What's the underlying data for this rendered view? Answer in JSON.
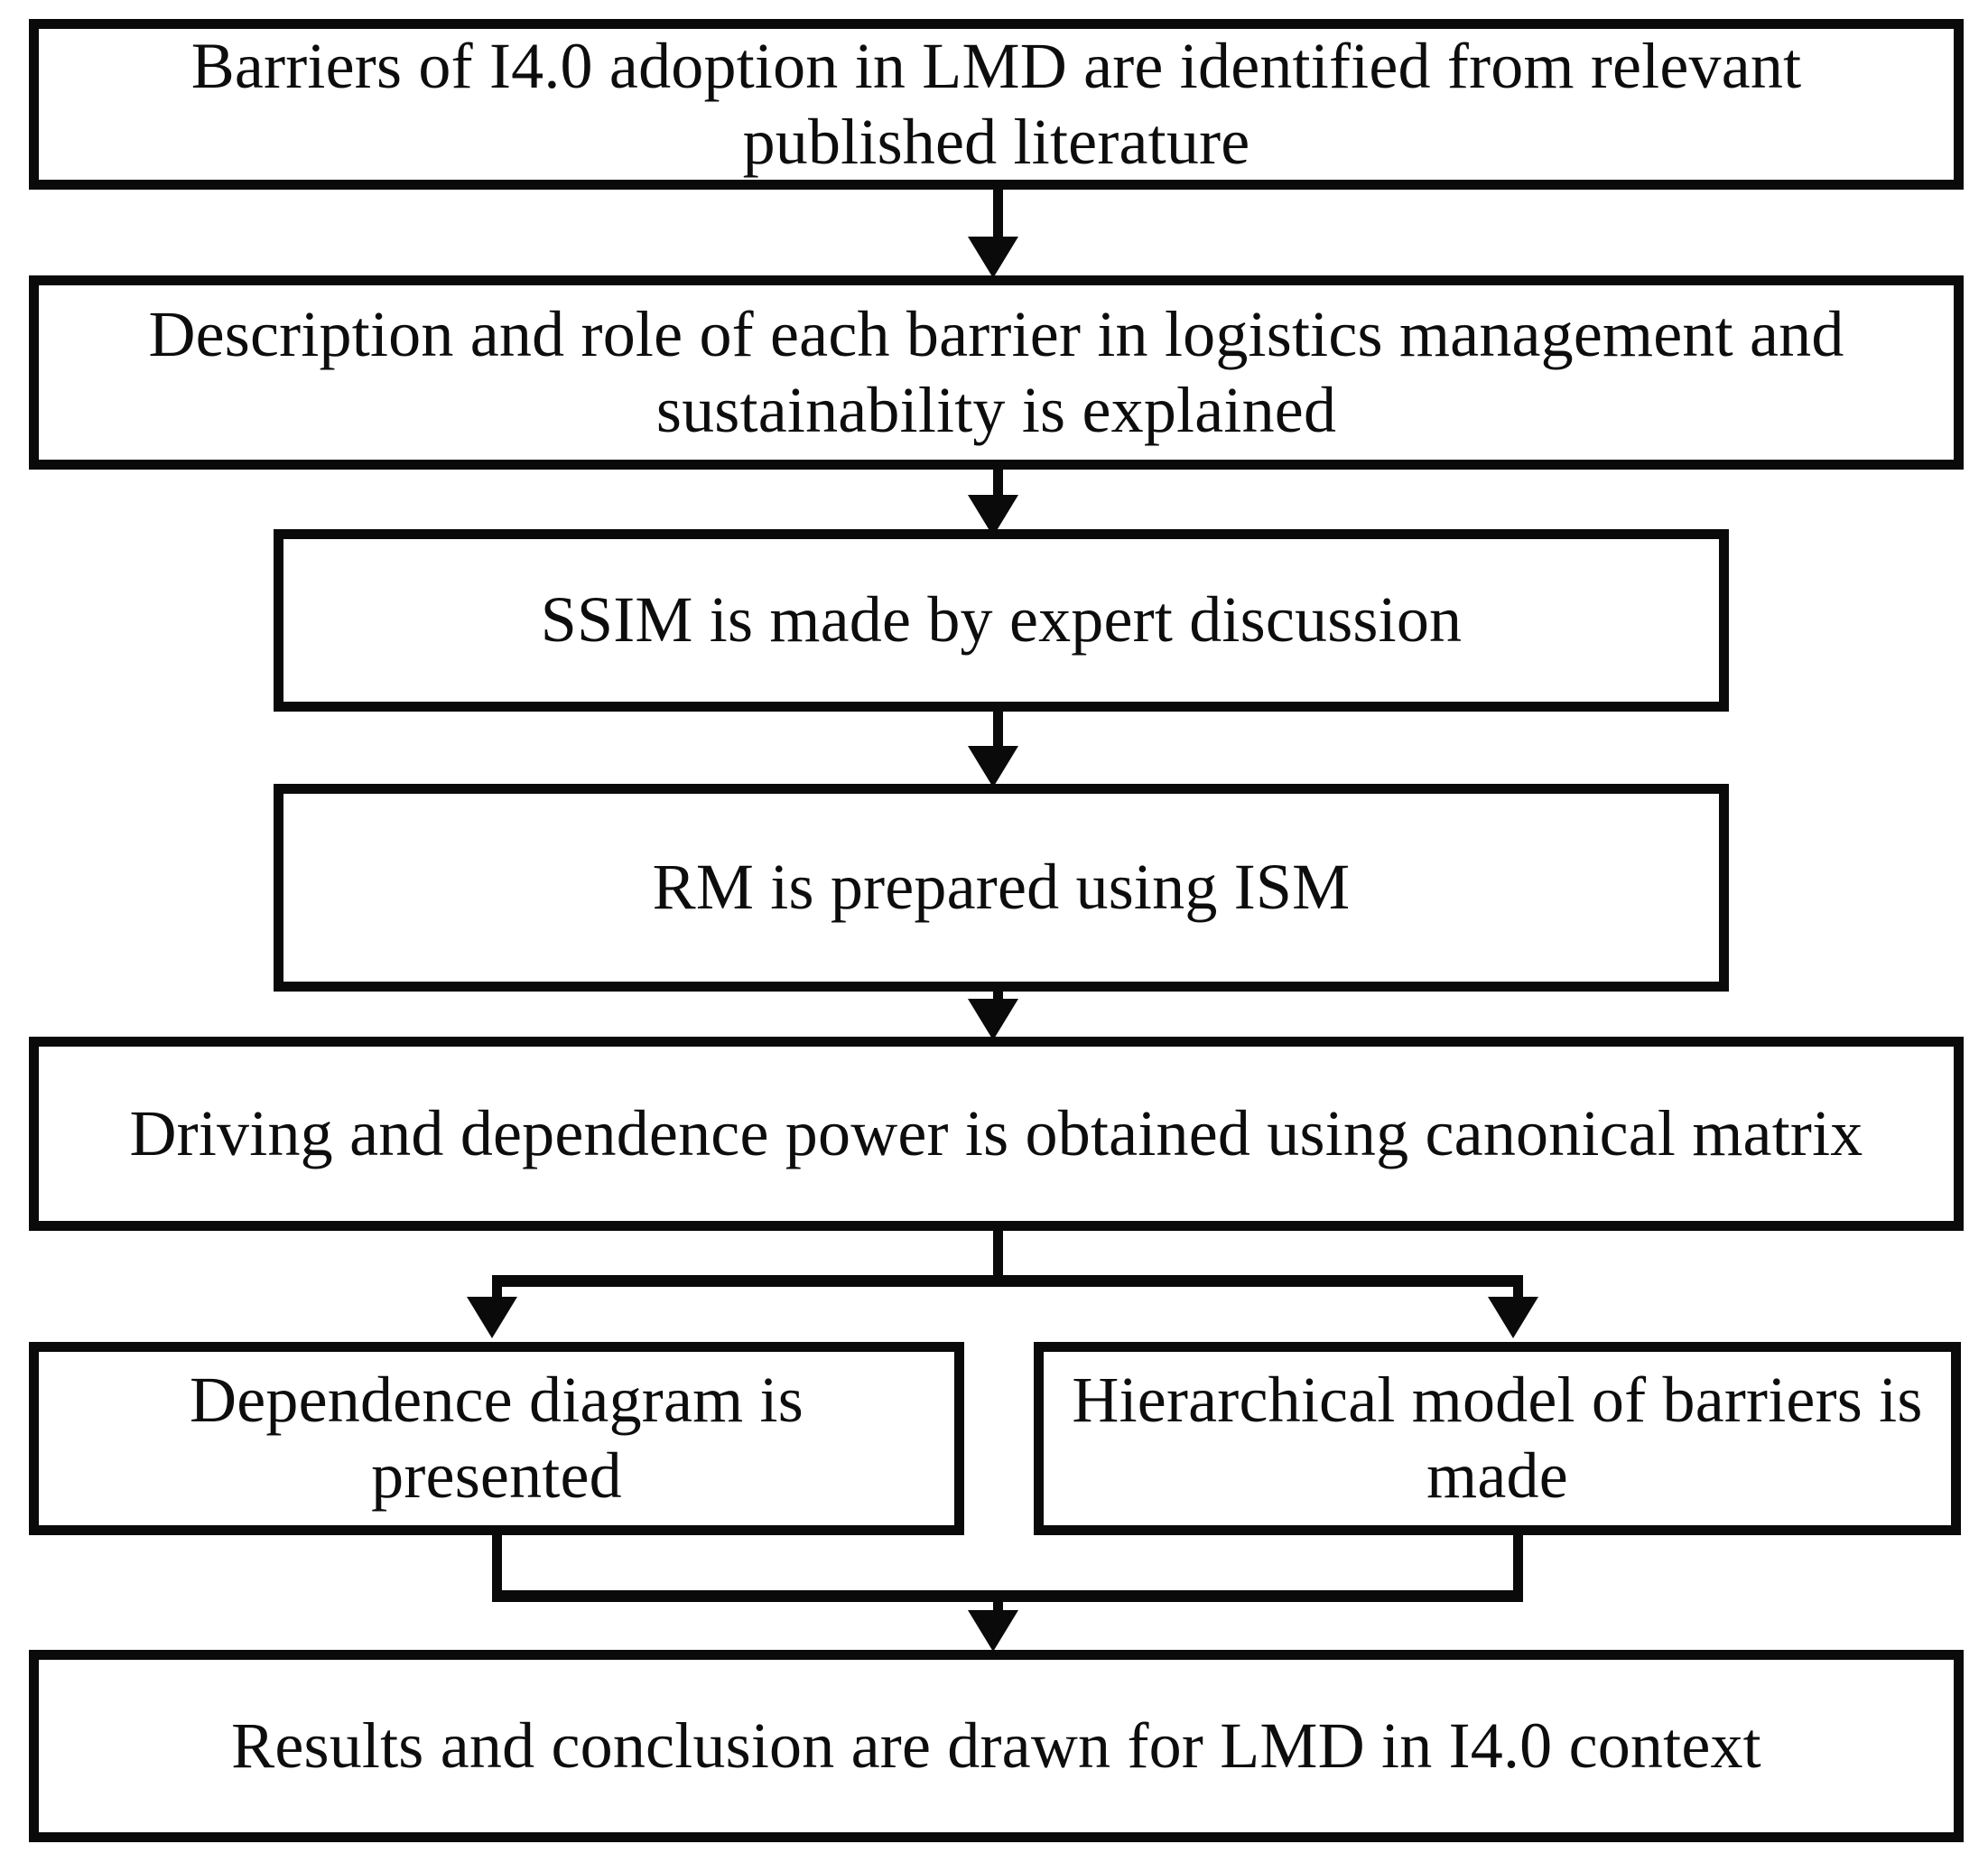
{
  "diagram": {
    "title": "Research methodology flowchart for barriers of I4.0 adoption in LMD",
    "orientation": "top-to-bottom",
    "colors": {
      "stroke": "#0a0a0a",
      "fill": "#ffffff",
      "text": "#0d0d0d"
    },
    "nodes": [
      {
        "id": "identify",
        "label": "Barriers of I4.0 adoption in LMD are identified from relevant published literature"
      },
      {
        "id": "describe",
        "label": "Description and role of each barrier in logistics management and sustainability is explained"
      },
      {
        "id": "ssim",
        "label": "SSIM is made by expert discussion"
      },
      {
        "id": "rm",
        "label": "RM is prepared using ISM"
      },
      {
        "id": "power",
        "label": "Driving and dependence power is obtained using canonical matrix"
      },
      {
        "id": "dependence",
        "label": "Dependence diagram is presented"
      },
      {
        "id": "hierarchical",
        "label": "Hierarchical model of barriers is made"
      },
      {
        "id": "results",
        "label": "Results and conclusion are drawn for LMD in I4.0 context"
      }
    ],
    "edges": [
      {
        "from": "identify",
        "to": "describe",
        "type": "arrow-down"
      },
      {
        "from": "describe",
        "to": "ssim",
        "type": "arrow-down"
      },
      {
        "from": "ssim",
        "to": "rm",
        "type": "arrow-down"
      },
      {
        "from": "rm",
        "to": "power",
        "type": "arrow-down"
      },
      {
        "from": "power",
        "to": "dependence",
        "type": "split-arrow-down-left"
      },
      {
        "from": "power",
        "to": "hierarchical",
        "type": "split-arrow-down-right"
      },
      {
        "from": "dependence",
        "to": "results",
        "type": "merge-arrow-down"
      },
      {
        "from": "hierarchical",
        "to": "results",
        "type": "merge-arrow-down"
      }
    ]
  }
}
